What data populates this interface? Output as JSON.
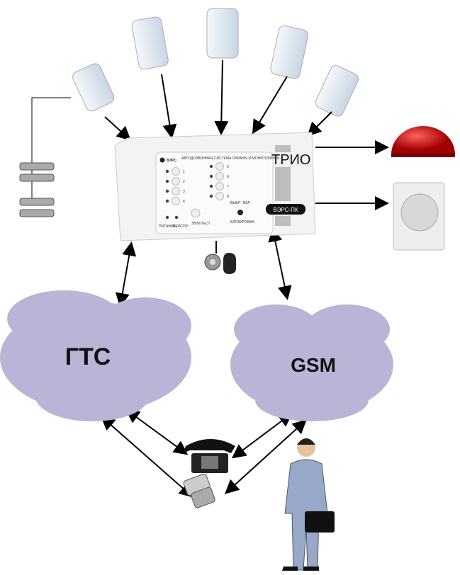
{
  "device": {
    "brand": "ВЭРС",
    "subtitle": "АВТОДОЗВОННАЯ СИСТЕМА ОХРАНЫ И МОНИТОРИНГА",
    "model": "ТРИО",
    "badge": "ВЭРС-ПК",
    "zones": [
      "1",
      "2",
      "3",
      "4",
      "5",
      "6",
      "7",
      "8"
    ],
    "labels": {
      "power": "ПИТАНИЕ",
      "fault": "НЕИСПР",
      "sound_test": "ЗВУК/ТЕСТ",
      "lock": "БЛОКИРОВКА",
      "off": "ВЫКЛ",
      "on": "ВКЛ"
    }
  },
  "clouds": {
    "pstn": "ГТС",
    "gsm": "GSM"
  },
  "colors": {
    "cloud": "#bcb4d6",
    "siren": "#d40000",
    "sensor": "#dde6ef",
    "arrow": "#000000"
  },
  "icons": [
    "motion-sensor-icon",
    "magnetic-contact-icon",
    "siren-icon",
    "speaker-icon",
    "touch-memory-key-icon",
    "desk-phone-icon",
    "mobile-phone-icon",
    "person-with-phone-icon"
  ]
}
